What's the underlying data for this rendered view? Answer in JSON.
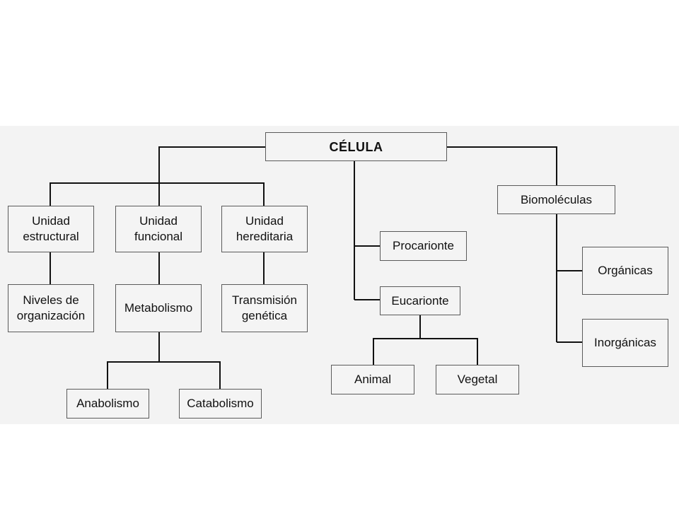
{
  "diagram": {
    "root": "CÉLULA",
    "nodes": {
      "unidad_estructural": "Unidad\nestructural",
      "unidad_funcional": "Unidad\nfuncional",
      "unidad_hereditaria": "Unidad\nhereditaria",
      "niveles_organizacion": "Niveles de\norganización",
      "metabolismo": "Metabolismo",
      "transmision_genetica": "Transmisión\ngenética",
      "anabolismo": "Anabolismo",
      "catabolismo": "Catabolismo",
      "procarionte": "Procarionte",
      "eucarionte": "Eucarionte",
      "animal": "Animal",
      "vegetal": "Vegetal",
      "biomoleculas": "Biomoléculas",
      "organicas": "Orgánicas",
      "inorganicas": "Inorgánicas"
    }
  }
}
